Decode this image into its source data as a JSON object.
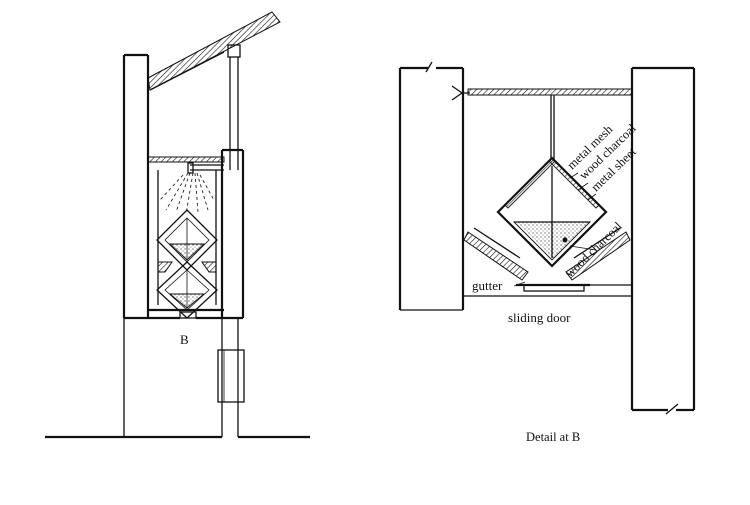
{
  "left_figure": {
    "marker_label": "B"
  },
  "detail": {
    "caption": "Detail at B",
    "labels": {
      "metal_mesh": "metal mesh",
      "wood_charcoal_top": "wood charcoal",
      "metal_sheet": "metal sheet",
      "wood_charcoal_side": "wood charcoal",
      "gutter": "gutter",
      "sliding_door": "sliding door"
    }
  }
}
